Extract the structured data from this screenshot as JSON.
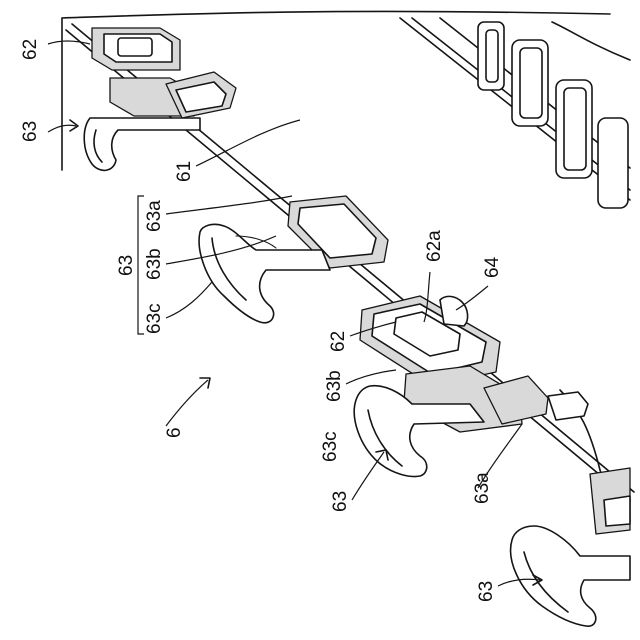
{
  "figure": {
    "reference_labels": {
      "assembly": "6",
      "body": "61",
      "hook_a": "62",
      "hook_a_hole": "62a",
      "hook_b": "63",
      "hook_b_part_a": "63a",
      "hook_b_part_b": "63b",
      "hook_b_part_c": "63c",
      "rib": "64"
    }
  }
}
